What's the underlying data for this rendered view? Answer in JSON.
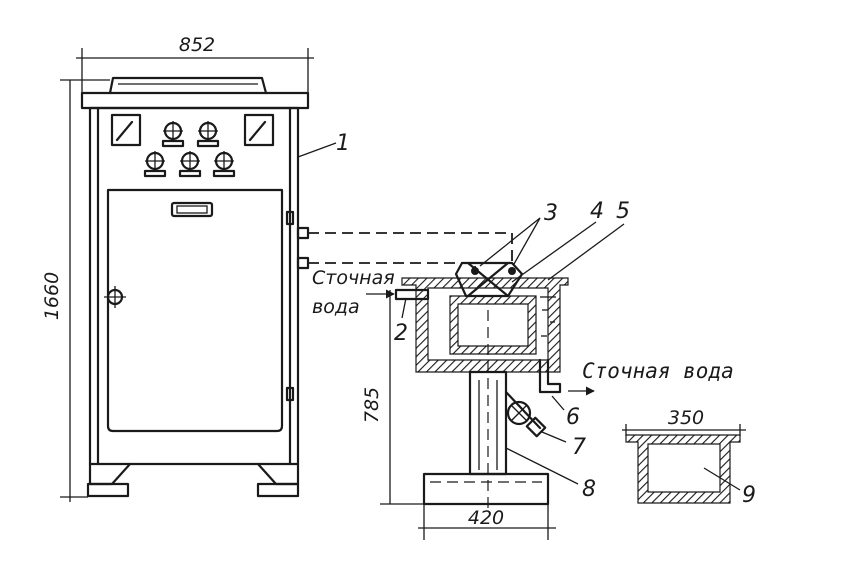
{
  "dimensions": {
    "cabinet_width": "852",
    "cabinet_height": "1660",
    "stand_height": "785",
    "base_width": "420",
    "tank_width": "350"
  },
  "labels": {
    "wastewater_in_line1": "Сточная",
    "wastewater_in_line2": "вода",
    "wastewater_out": "Сточная вода"
  },
  "callouts": [
    "1",
    "2",
    "3",
    "4",
    "5",
    "6",
    "7",
    "8",
    "9"
  ]
}
